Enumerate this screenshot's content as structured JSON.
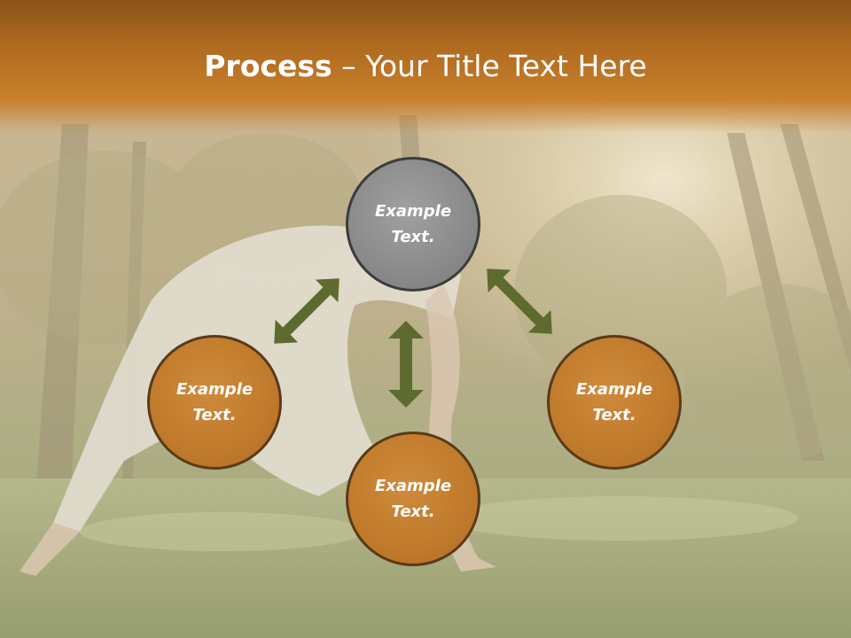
{
  "title": {
    "bold": "Process",
    "rest": " – Your Title Text Here"
  },
  "nodes": [
    {
      "id": "top",
      "text": "Example Text.",
      "fill": "#8a8a8a"
    },
    {
      "id": "left",
      "text": "Example Text.",
      "fill": "#c07a2c"
    },
    {
      "id": "bottom",
      "text": "Example Text.",
      "fill": "#c07a2c"
    },
    {
      "id": "right",
      "text": "Example Text.",
      "fill": "#c07a2c"
    }
  ],
  "colors": {
    "header": "#b06b20",
    "arrow": "#5e6b2e",
    "node_border": "#5a3a18"
  }
}
